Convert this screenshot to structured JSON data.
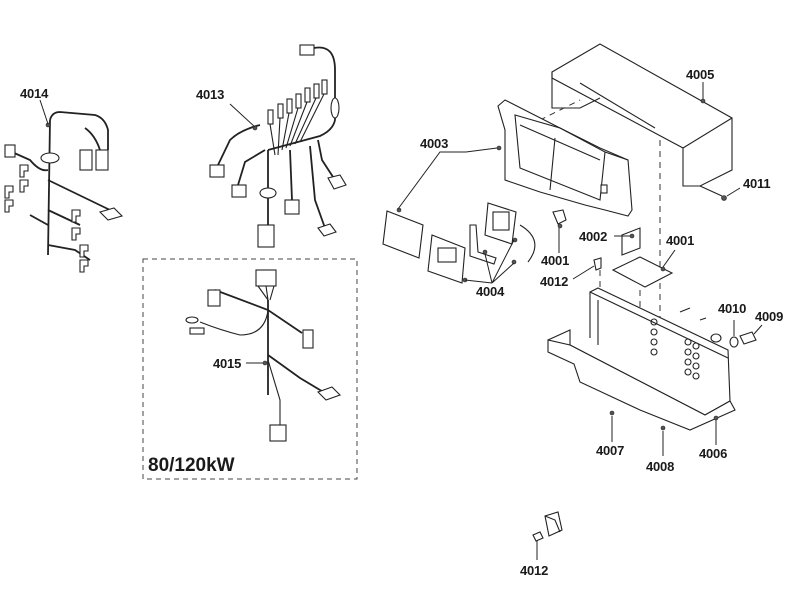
{
  "diagram": {
    "type": "exploded-parts-view",
    "callouts": [
      {
        "id": "4014",
        "part": "wiring-harness-left"
      },
      {
        "id": "4013",
        "part": "wiring-harness-main"
      },
      {
        "id": "4015",
        "part": "wiring-harness-variant"
      },
      {
        "id": "4003",
        "part": "front-panel-cover"
      },
      {
        "id": "4004",
        "part": "control-panel-fasteners"
      },
      {
        "id": "4005",
        "part": "top-cover"
      },
      {
        "id": "4011",
        "part": "cover-screw"
      },
      {
        "id": "4001",
        "part": "switch"
      },
      {
        "id": "4001",
        "part": "control-board"
      },
      {
        "id": "4002",
        "part": "circuit-board"
      },
      {
        "id": "4012",
        "part": "screw"
      },
      {
        "id": "4010",
        "part": "grommet"
      },
      {
        "id": "4009",
        "part": "connector"
      },
      {
        "id": "4006",
        "part": "base-tray"
      },
      {
        "id": "4007",
        "part": "fastener"
      },
      {
        "id": "4008",
        "part": "fastener"
      },
      {
        "id": "4012",
        "part": "screw-with-box"
      }
    ],
    "variant_label": "80/120kW"
  }
}
